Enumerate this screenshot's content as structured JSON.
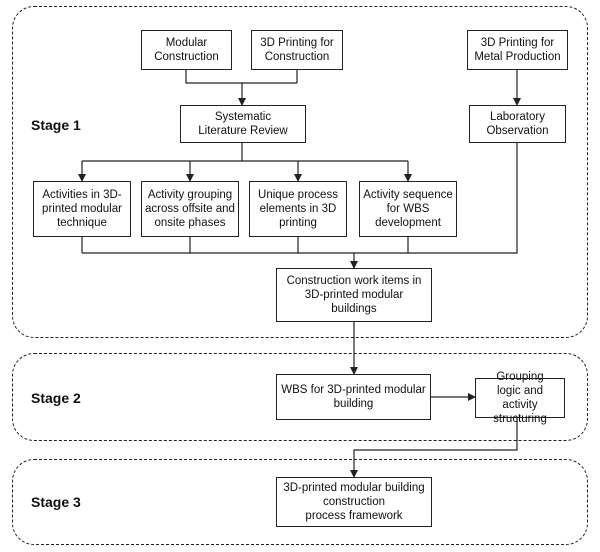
{
  "stages": {
    "stage1": "Stage 1",
    "stage2": "Stage 2",
    "stage3": "Stage 3"
  },
  "boxes": {
    "modular": "Modular\nConstruction",
    "printing3d": "3D Printing for\nConstruction",
    "metal": "3D Printing for\nMetal Production",
    "slr": "Systematic\nLiterature Review",
    "lab": "Laboratory\nObservation",
    "activities": "Activities in 3D-\nprinted modular\ntechnique",
    "grouping": "Activity grouping\nacross offsite and\nonsite phases",
    "unique": "Unique process\nelements in 3D\nprinting",
    "sequence": "Activity sequence\nfor WBS\ndevelopment",
    "work_items": "Construction work items in\n3D-printed modular\nbuildings",
    "wbs": "WBS for 3D-printed modular\nbuilding",
    "grouping_logic": "Grouping\nlogic and activity\nstructuring",
    "framework": "3D-printed modular building\nconstruction\nprocess framework"
  }
}
